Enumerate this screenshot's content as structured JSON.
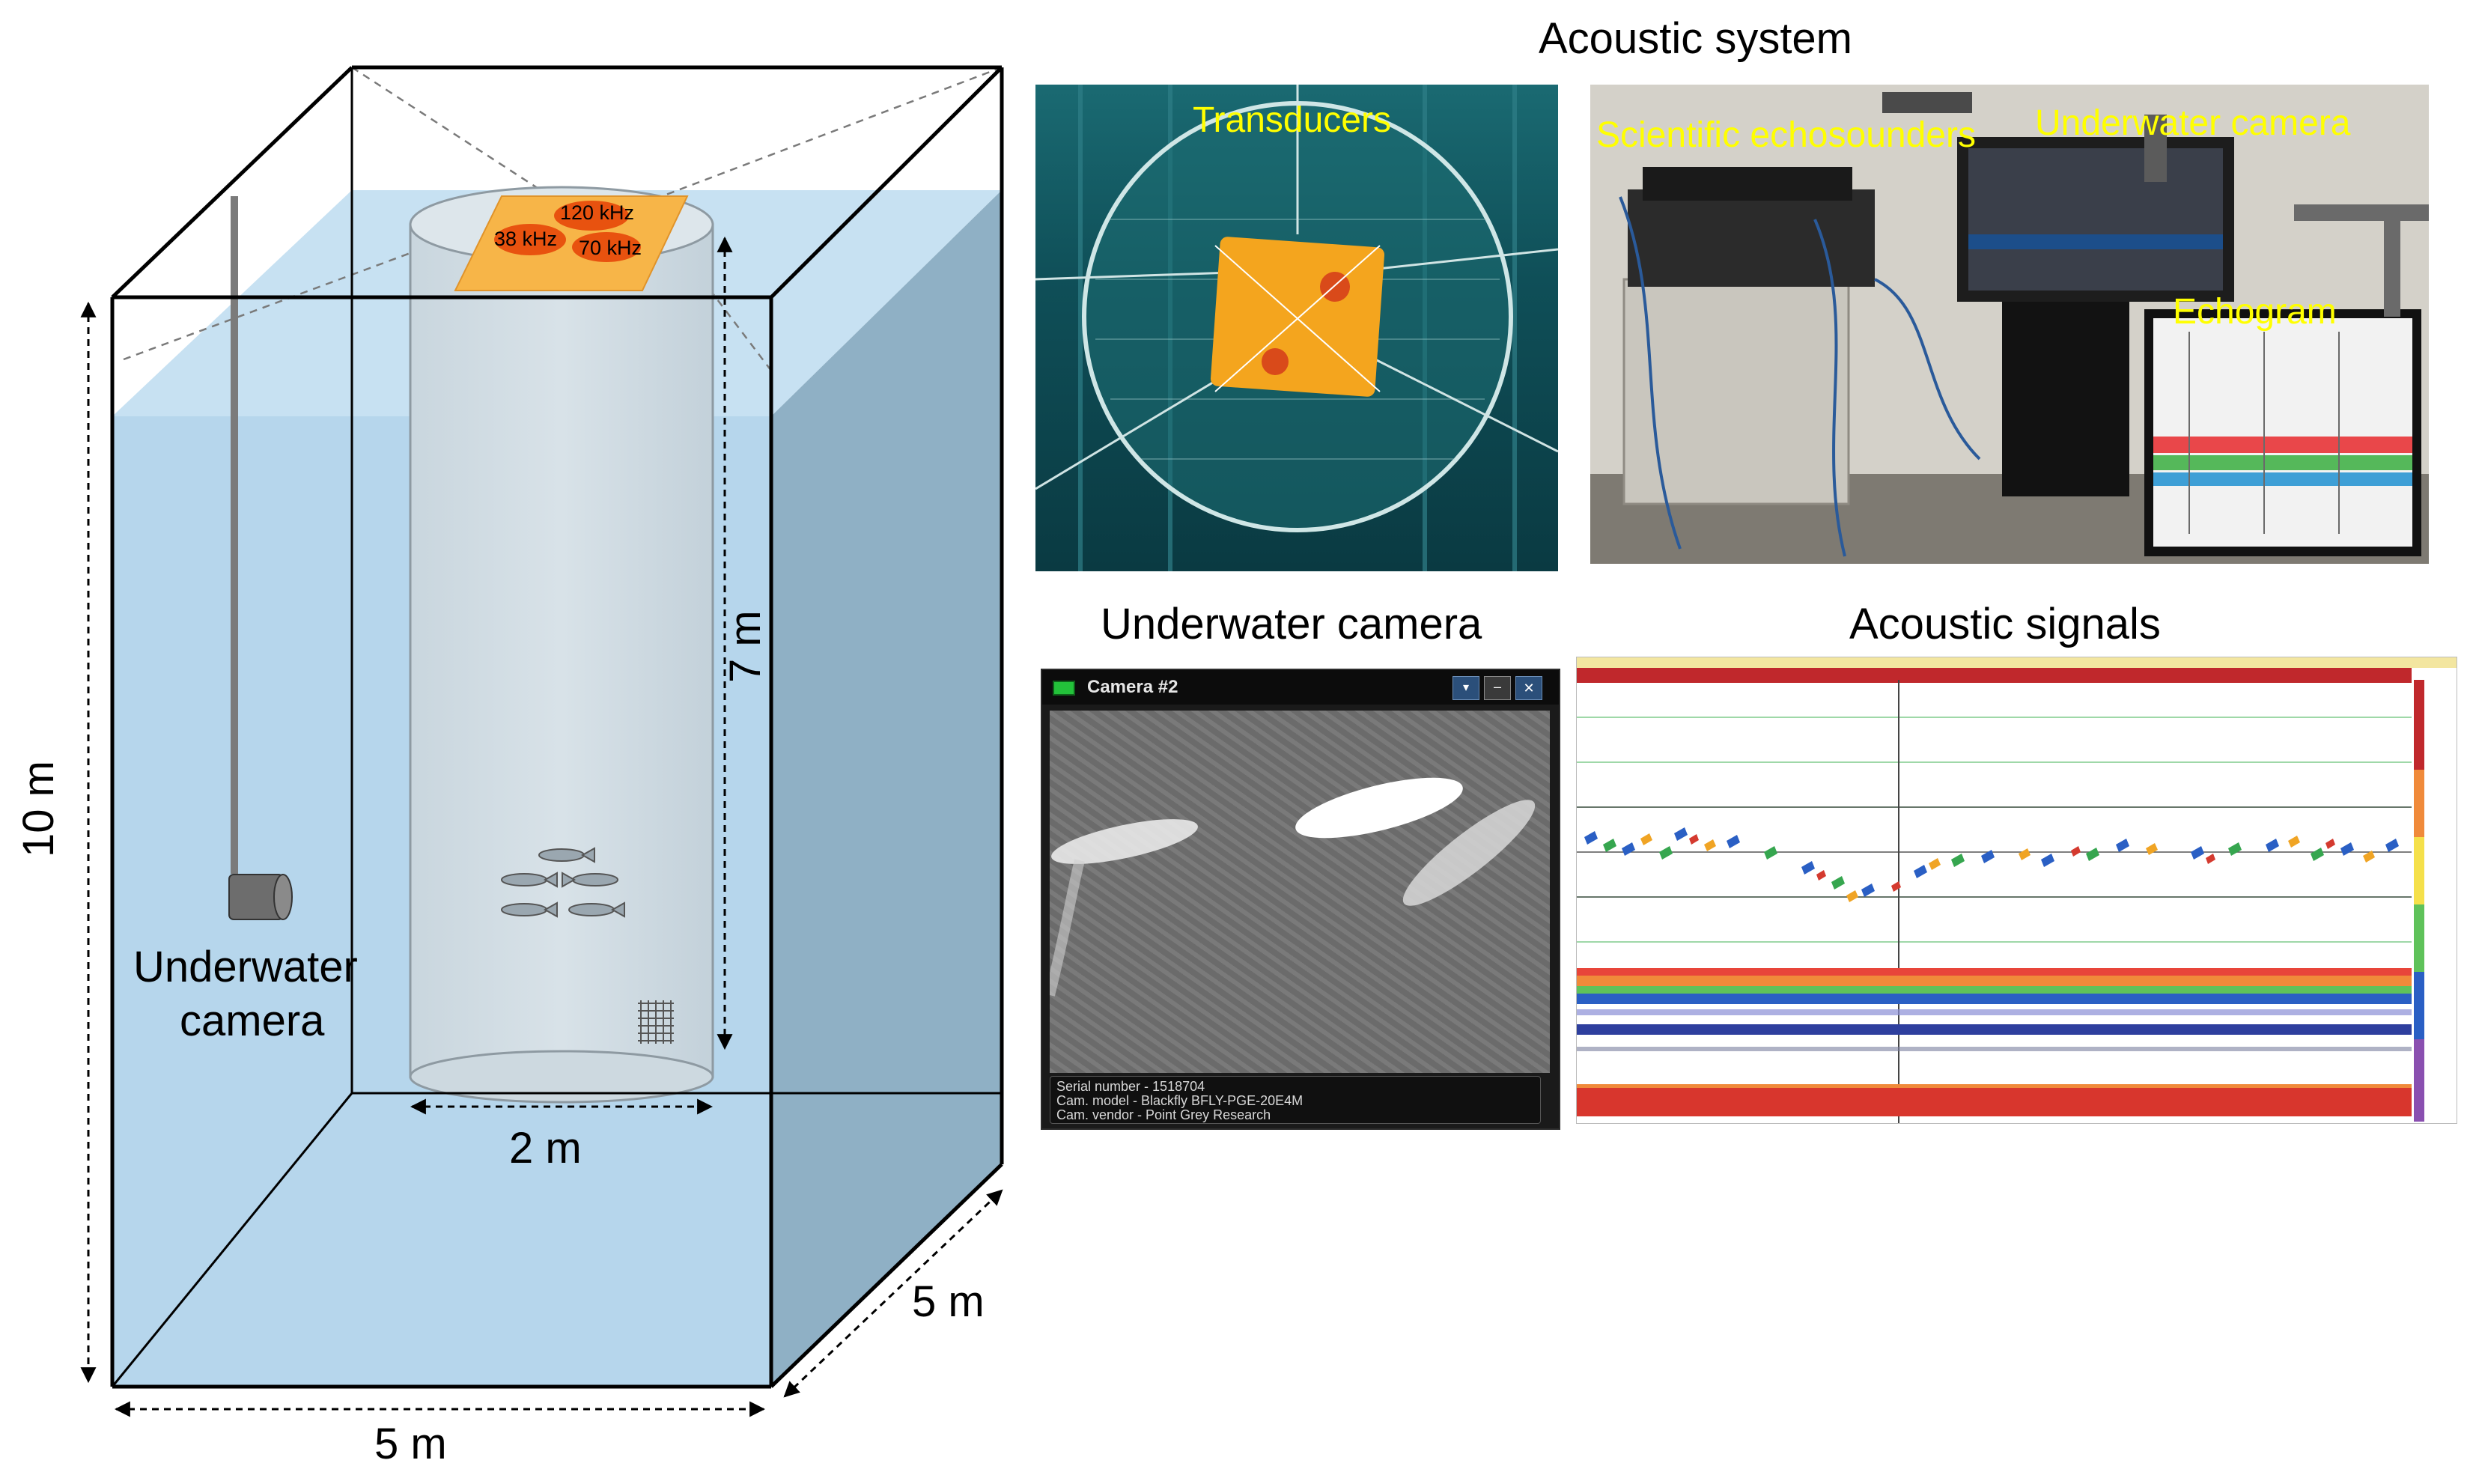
{
  "diagram": {
    "tank": {
      "height_label": "10 m",
      "width_label": "5 m",
      "depth_label": "5 m",
      "cylinder_diameter_label": "2 m",
      "cylinder_height_label": "7 m",
      "frequencies": [
        "120 kHz",
        "38 kHz",
        "70 kHz"
      ],
      "camera_label_line1": "Underwater",
      "camera_label_line2": "camera"
    }
  },
  "panels": {
    "acoustic_system_title": "Acoustic system",
    "transducers_label": "Transducers",
    "echosounders_label": "Scientific echosounders",
    "underwater_camera_photo_label": "Underwater  camera",
    "echogram_label": "Echogram",
    "underwater_camera_title": "Underwater camera",
    "acoustic_signals_title": "Acoustic signals",
    "camera_window": {
      "title": "Camera #2",
      "info_line1": "Serial number - 1518704",
      "info_line2": "Cam. model - Blackfly BFLY-PGE-20E4M",
      "info_line3": "Cam. vendor - Point Grey Research"
    }
  },
  "colors": {
    "water": "#b7d7ec",
    "water_side": "#8fb1c6",
    "transducer_plate": "#f7b548",
    "transducer_disc": "#e8520f",
    "label_yellow": "#ffff00"
  }
}
